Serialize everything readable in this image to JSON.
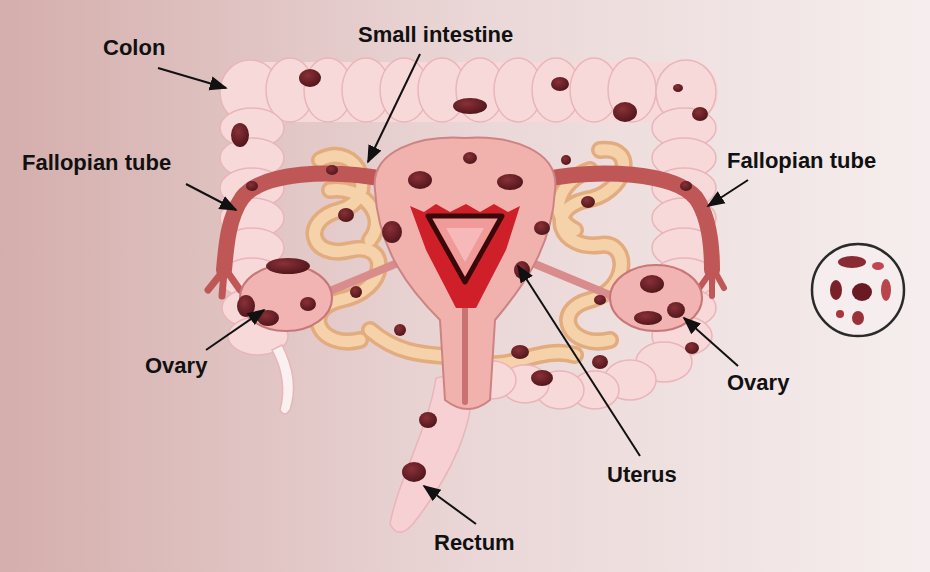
{
  "diagram": {
    "labels": [
      "Colon",
      "Small intestine",
      "Fallopian tube",
      "Fallopian tube",
      "Ovary",
      "Ovary",
      "Uterus",
      "Rectum"
    ]
  }
}
